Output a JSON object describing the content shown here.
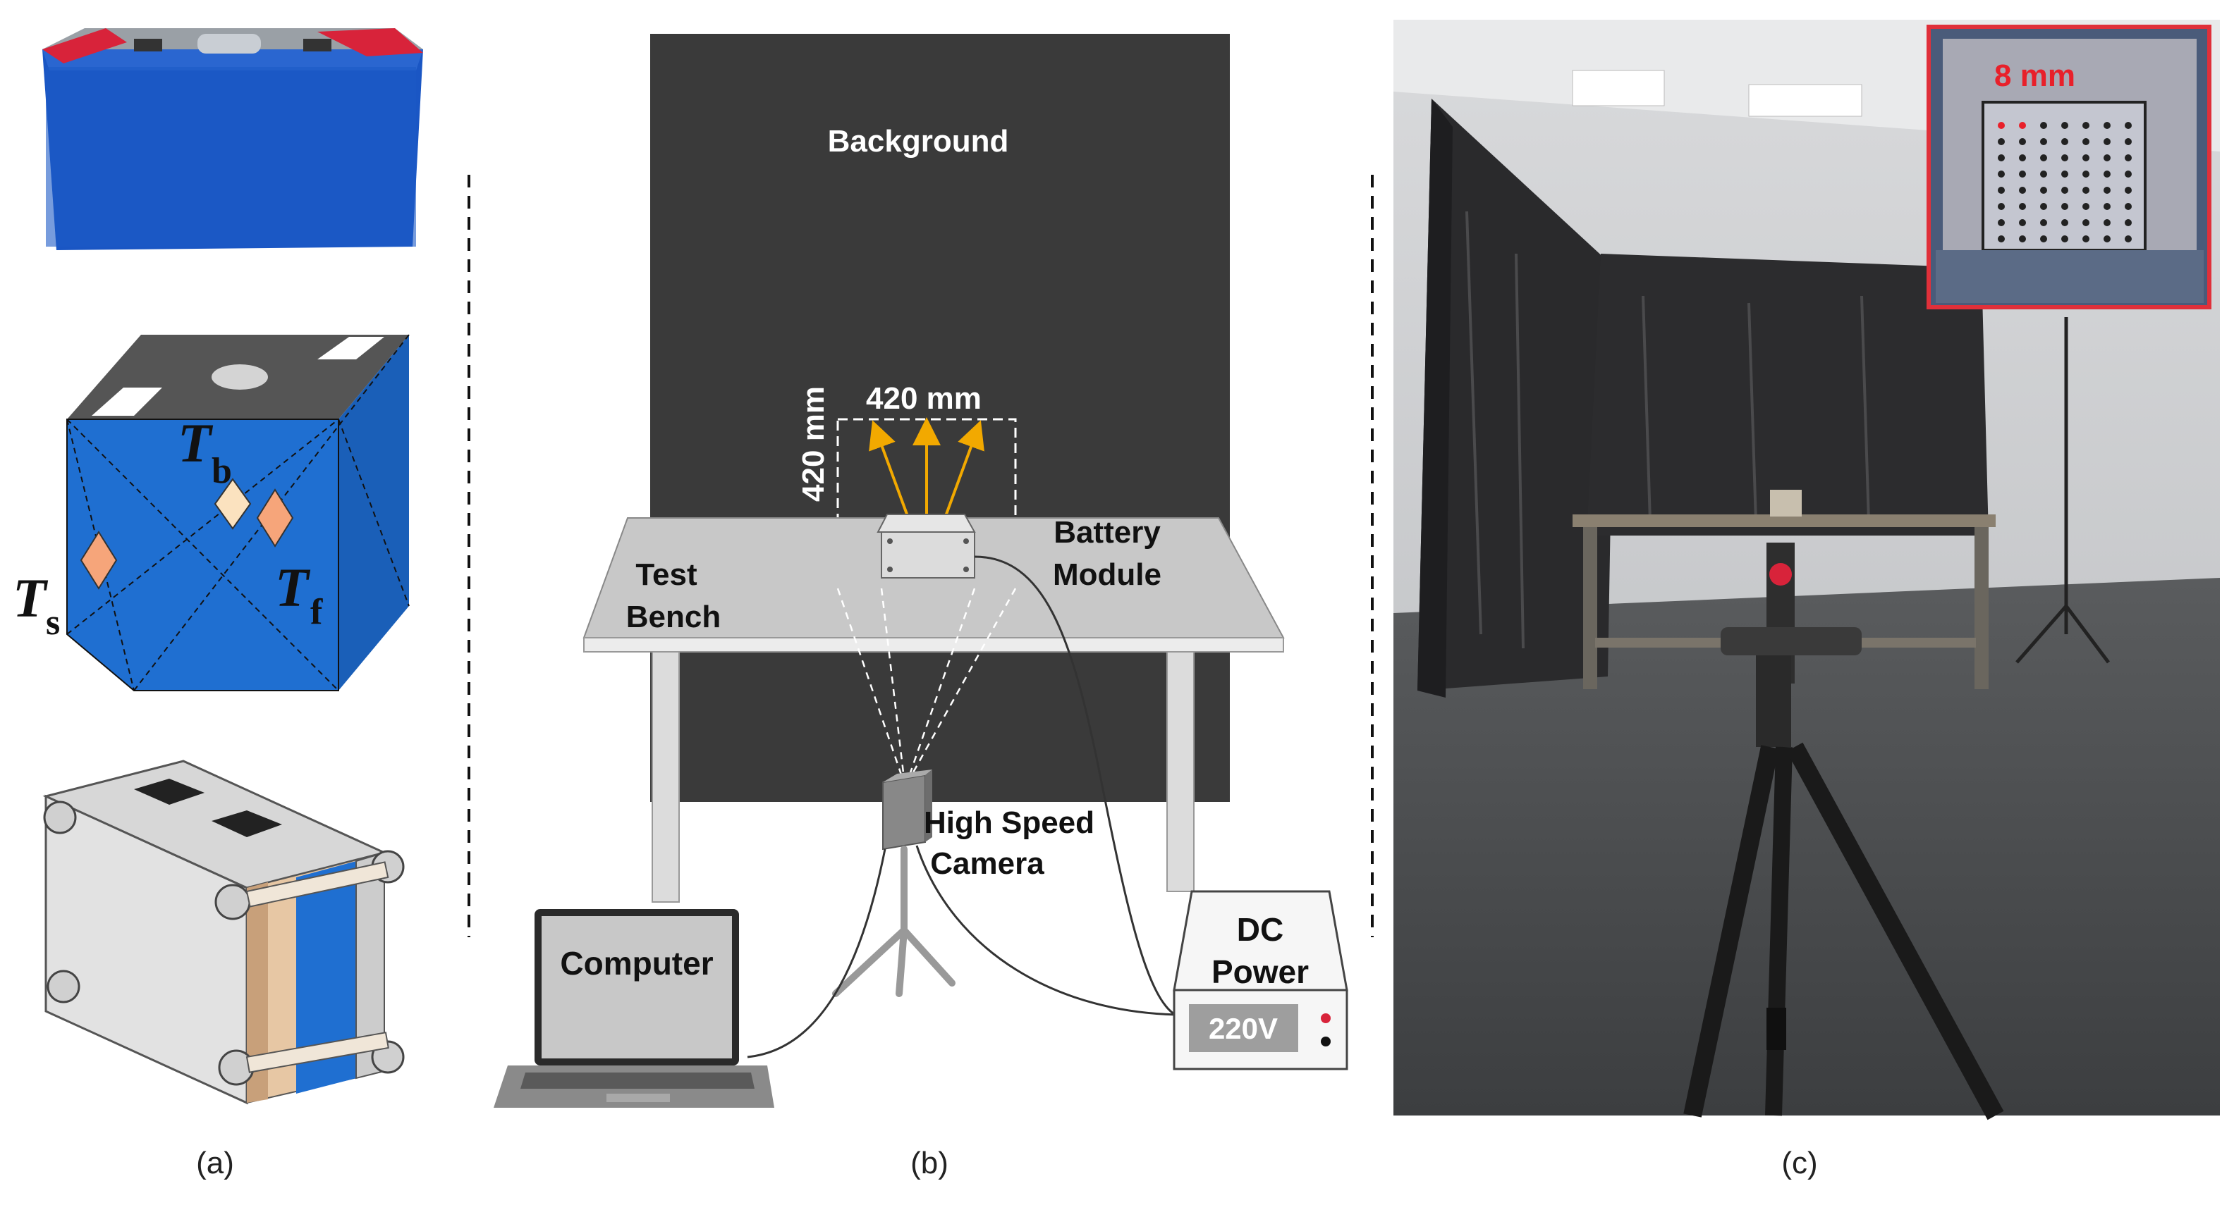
{
  "panels": {
    "a": {
      "caption": "(a)",
      "symbols": {
        "tb": {
          "main": "T",
          "sub": "b"
        },
        "ts": {
          "main": "T",
          "sub": "s"
        },
        "tf": {
          "main": "T",
          "sub": "f"
        }
      }
    },
    "b": {
      "caption": "(b)",
      "background_label": "Background",
      "width_label": "420 mm",
      "height_label": "420 mm",
      "bench_label_1": "Test",
      "bench_label_2": "Bench",
      "module_label_1": "Battery",
      "module_label_2": "Module",
      "camera_label_1": "High Speed",
      "camera_label_2": "Camera",
      "computer_label": "Computer",
      "power_label_1": "DC",
      "power_label_2": "Power",
      "voltage_label": "220V"
    },
    "c": {
      "caption": "(c)",
      "inset_label": "8 mm"
    }
  },
  "colors": {
    "cell_blue": "#1f6fd1",
    "background_board": "#3a3a3a",
    "arrow_orange": "#f2a900",
    "inset_border": "#e0303a",
    "inset_text": "#e8202a",
    "sensor_orange": "#f6a57a",
    "sensor_beige": "#fbe2bf"
  }
}
